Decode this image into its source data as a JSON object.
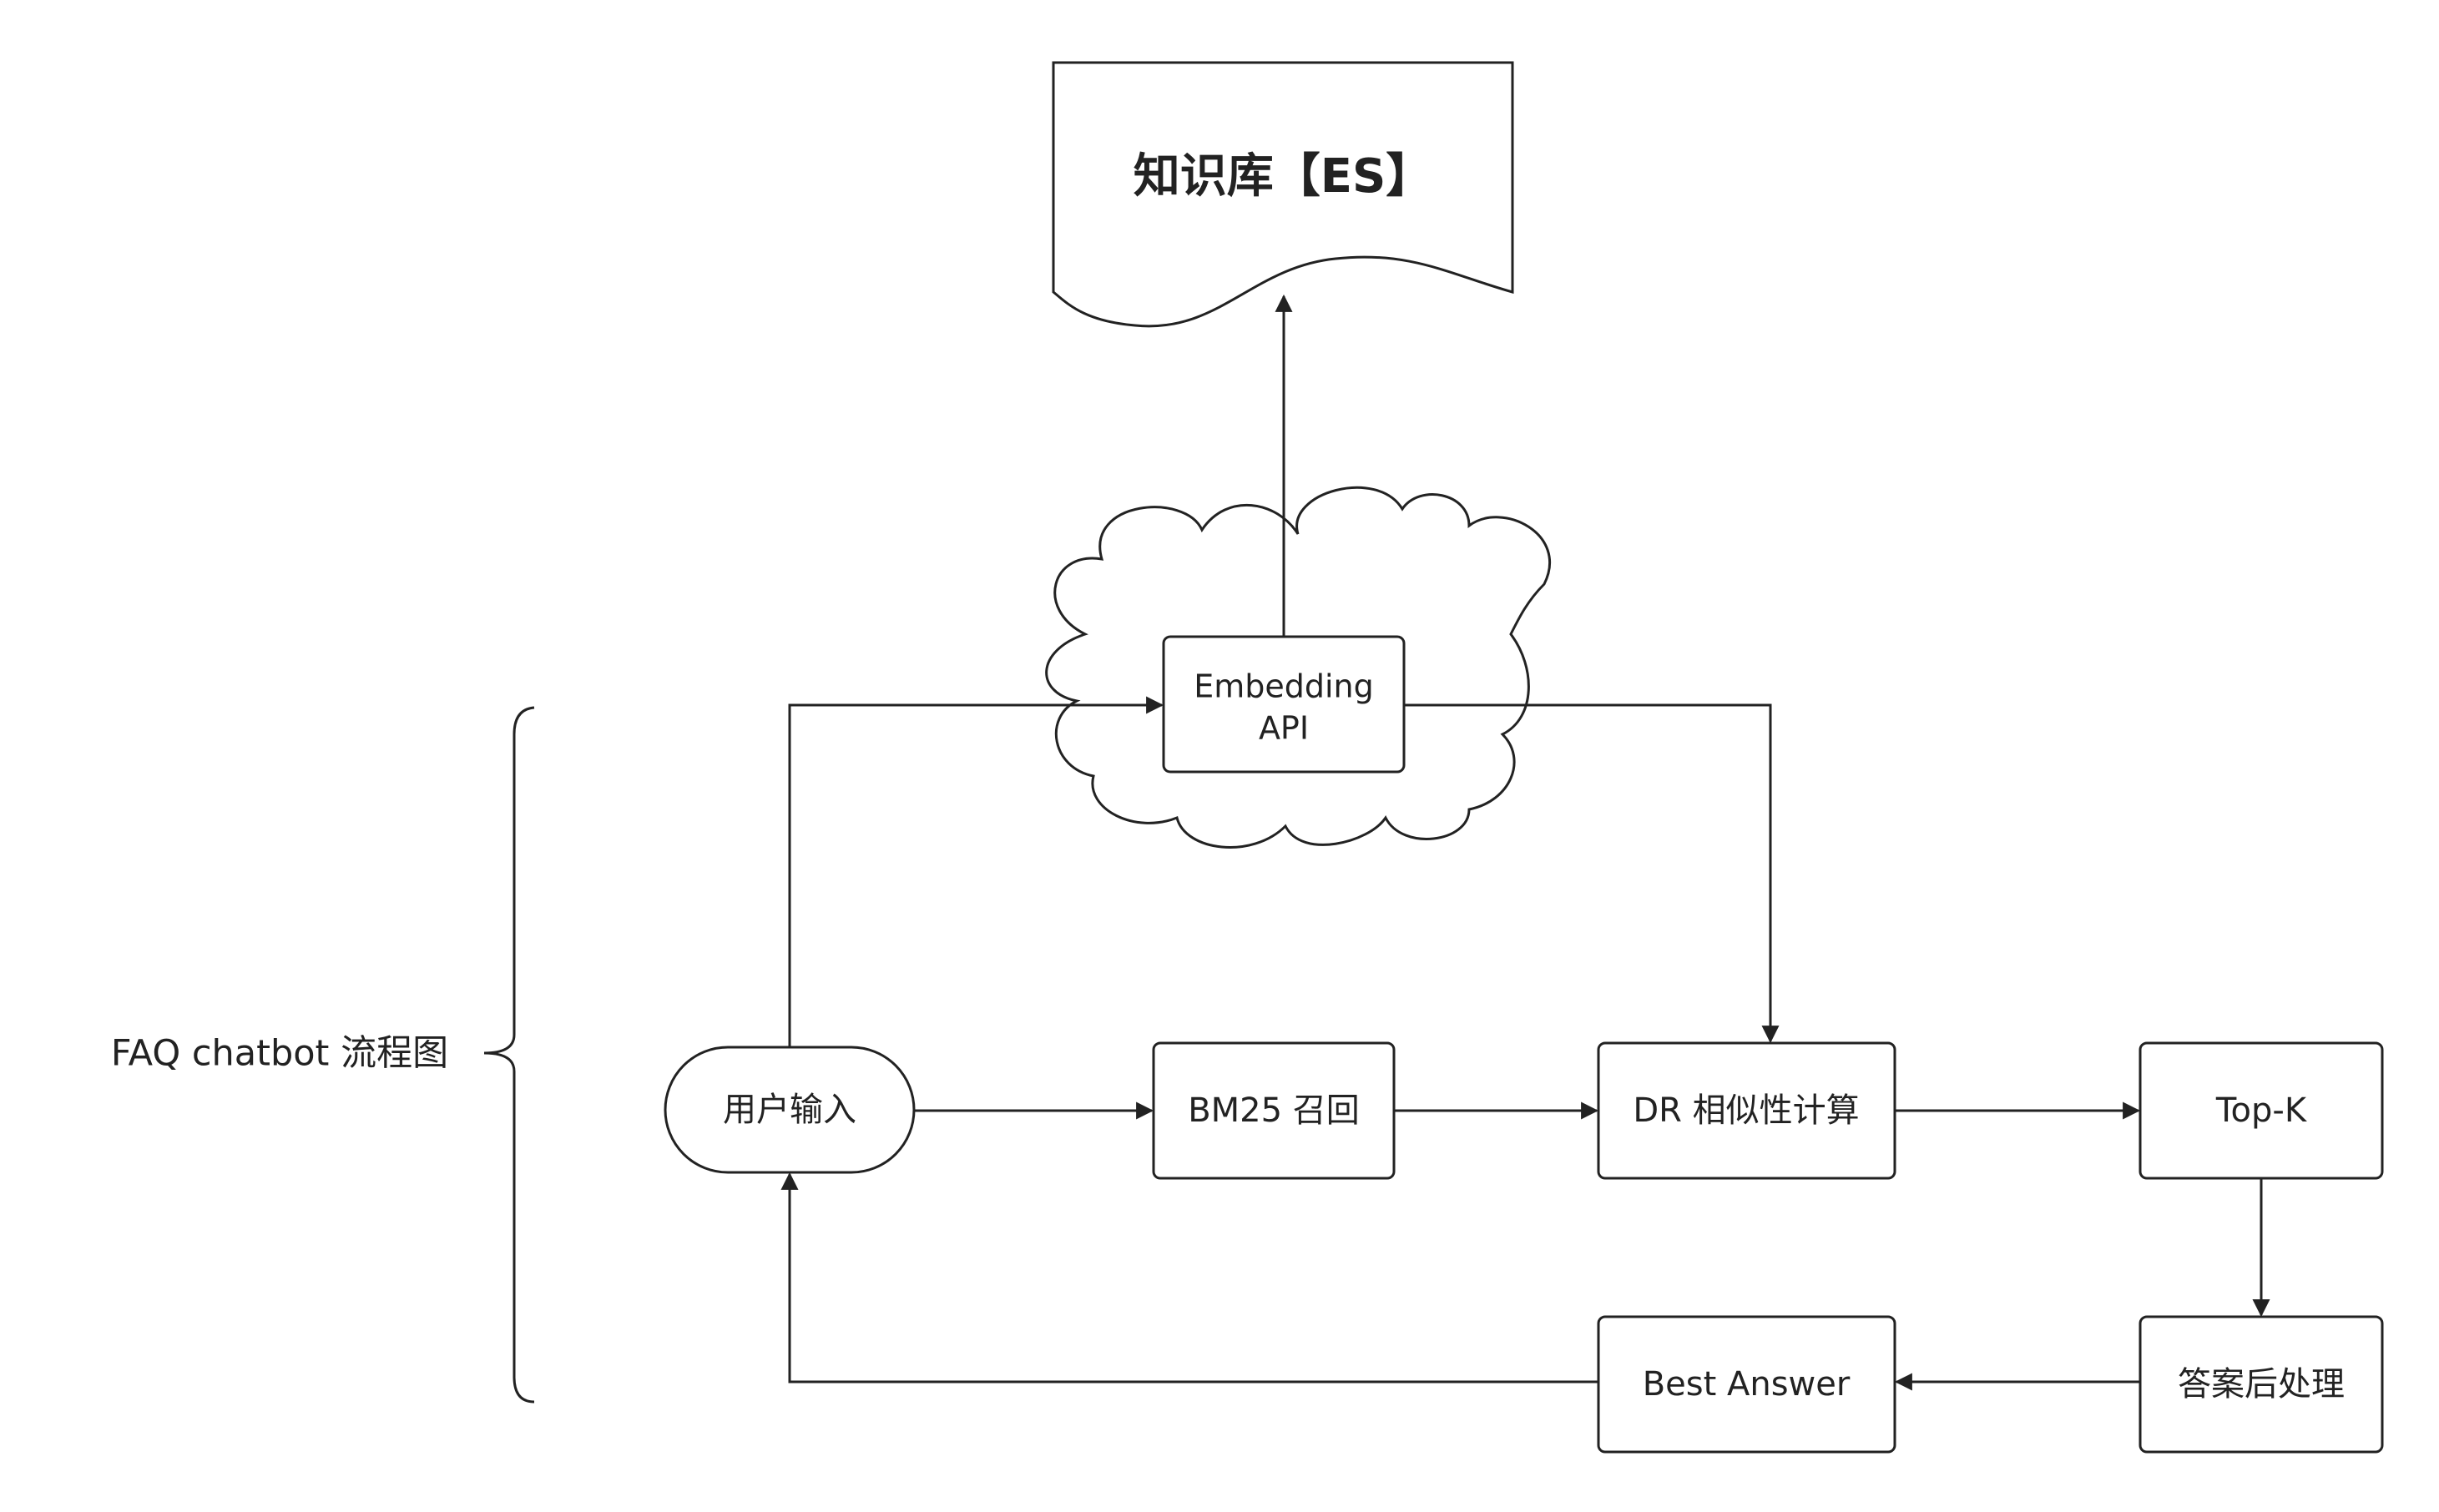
{
  "diagram": {
    "title": "FAQ chatbot 流程图",
    "nodes": {
      "knowledge_base": "知识库【ES】",
      "embedding_api_line1": "Embedding",
      "embedding_api_line2": "API",
      "user_input": "用户输入",
      "bm25": "BM25 召回",
      "dr_similarity": "DR 相似性计算",
      "topk": "Top-K",
      "postprocess": "答案后处理",
      "best_answer": "Best Answer"
    }
  }
}
